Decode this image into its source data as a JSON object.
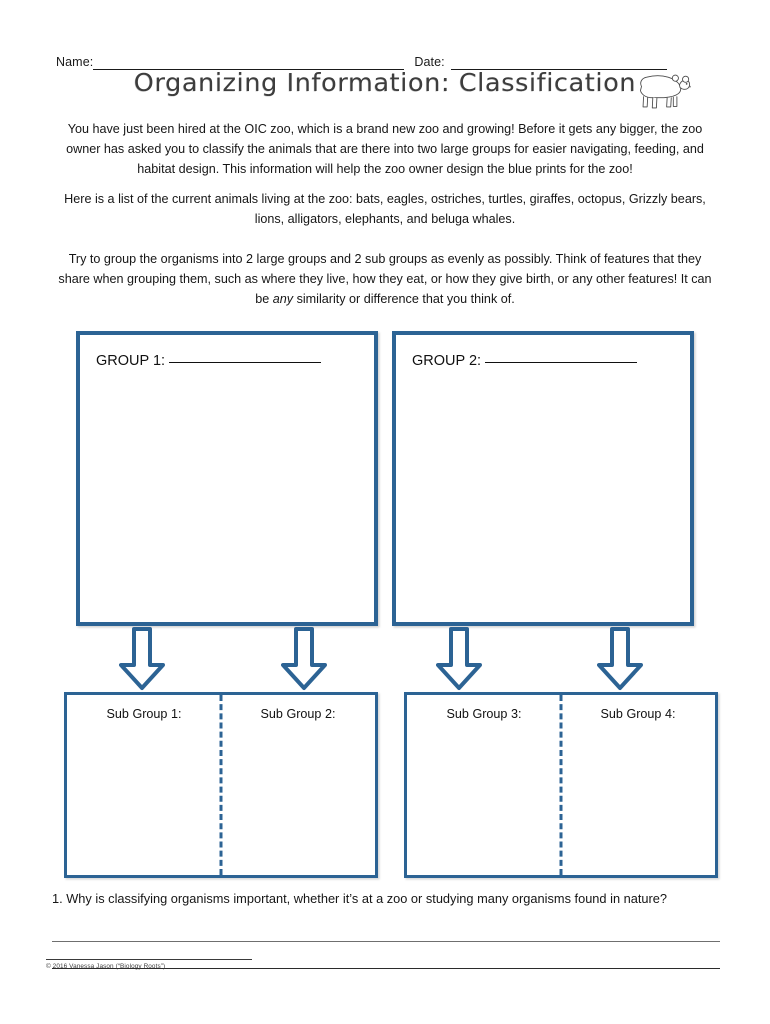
{
  "header": {
    "name_label": "Name:",
    "date_label": "Date:",
    "title": "Organizing Information: Classification",
    "bear_icon": "bear-illustration"
  },
  "body": {
    "paragraph_1": "You have just been hired at the OIC zoo, which is a brand new zoo and growing! Before it gets any bigger, the zoo owner has asked you to classify the animals that are there into two large groups for easier navigating, feeding, and habitat design. This information will help the zoo owner design the blue prints for the zoo!",
    "paragraph_2": "Here is a list of the current animals living at the zoo: bats, eagles, ostriches, turtles, giraffes, octopus, Grizzly bears, lions, alligators, elephants, and beluga whales.",
    "paragraph_3_before": "Try to group the organisms into 2 large groups and 2 sub groups as evenly as possibly. Think of features that they share when grouping them, such as where they live, how they eat, or how they give birth, or any other features! It can be ",
    "paragraph_3_italic": "any",
    "paragraph_3_after": " similarity or difference that you think of.",
    "animals": [
      "bats",
      "eagles",
      "ostriches",
      "turtles",
      "giraffes",
      "octopus",
      "Grizzly bears",
      "lions",
      "alligators",
      "elephants",
      "beluga whales"
    ]
  },
  "groups": [
    {
      "label": "GROUP 1:"
    },
    {
      "label": "GROUP 2:"
    }
  ],
  "sub_groups": [
    {
      "label": "Sub Group 1:"
    },
    {
      "label": "Sub Group 2:"
    },
    {
      "label": "Sub Group 3:"
    },
    {
      "label": "Sub Group 4:"
    }
  ],
  "questions": [
    {
      "text": "1. Why is classifying organisms important, whether it’s at a zoo or studying many organisms found in nature?"
    }
  ],
  "footer": {
    "copyright": "© 2016 Vanessa Jason (“Biology Roots”)"
  },
  "colors": {
    "box_border_blue": "#2c6394",
    "text_black": "#161616",
    "rule_gray": "#6f6f6f"
  }
}
